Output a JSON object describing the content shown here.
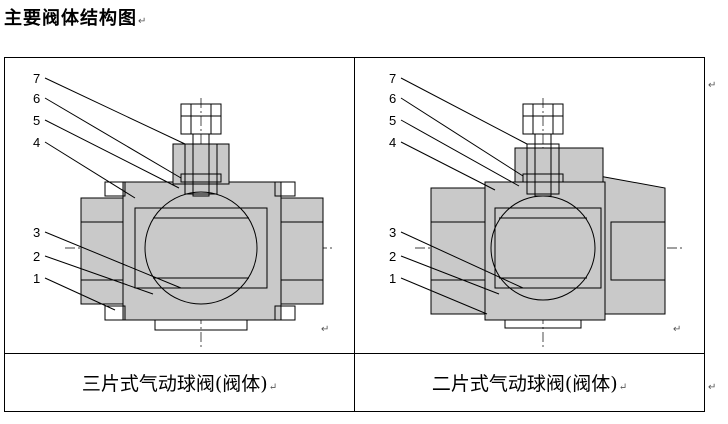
{
  "page": {
    "heading": "主要阀体结构图",
    "para_mark": "↵"
  },
  "figures": [
    {
      "callouts": [
        "7",
        "6",
        "5",
        "4",
        "3",
        "2",
        "1"
      ],
      "caption": "三片式气动球阀(阀体)"
    },
    {
      "callouts": [
        "7",
        "6",
        "5",
        "4",
        "3",
        "2",
        "1"
      ],
      "caption": "二片式气动球阀(阀体)"
    }
  ]
}
